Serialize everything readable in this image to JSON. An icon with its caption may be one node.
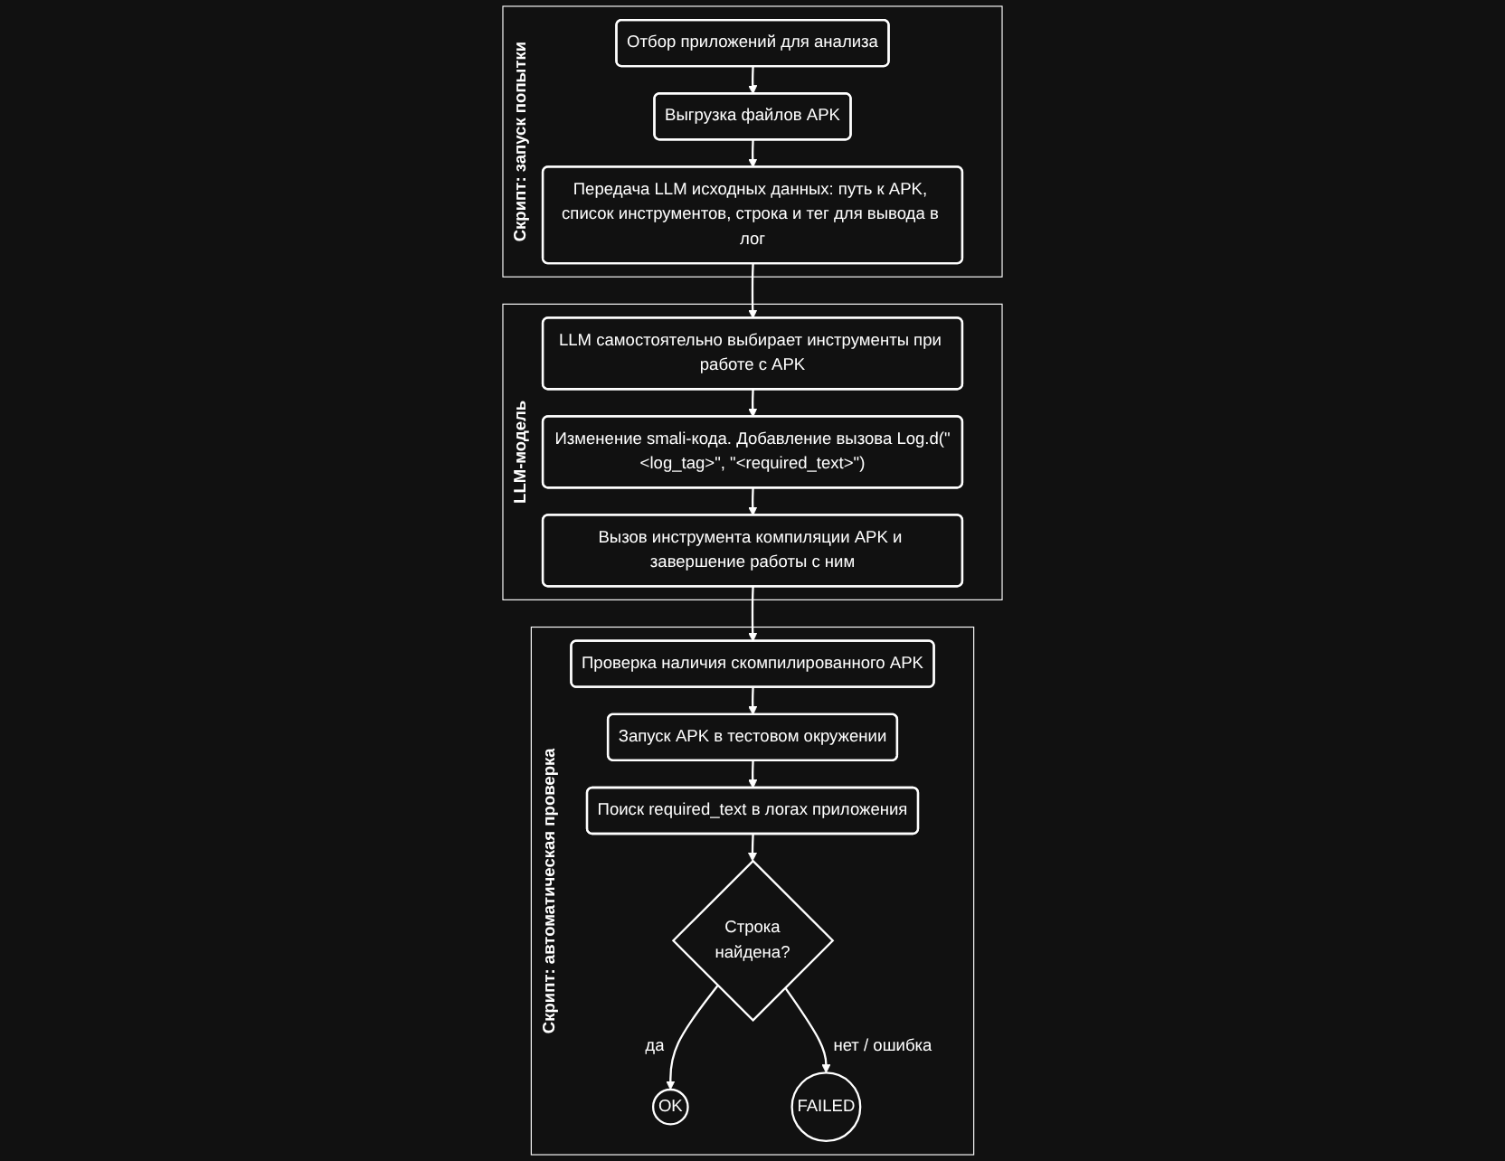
{
  "diagram": {
    "nodes": [
      {
        "text": [
          "Скрипт: запуск попытки"
        ]
      },
      {
        "text": [
          "Отбор приложений для анализа"
        ],
        "in": 0
      },
      {
        "text": [
          "Выгрузка файлов APK"
        ],
        "in": 0
      },
      {
        "text": [
          "Передача LLM исходных данных: путь к APK, список инструментов, строка и тег для вывода в лог"
        ],
        "in": 0
      },
      {
        "text": [
          "LLM-модель"
        ]
      },
      {
        "text": [
          "LLM самостоятельно выбирает инструменты при работе с APK"
        ],
        "in": 4
      },
      {
        "text": [
          "Изменение smali-кода. Добавление вызова Log.d(\"<log_tag>\", \"<required_text>\")"
        ],
        "in": 4
      },
      {
        "text": [
          "Вызов инструмента компиляции APK и завершение работы с ним"
        ],
        "in": 4
      },
      {
        "text": [
          "Скрипт: автоматическая проверка"
        ]
      },
      {
        "text": [
          "Проверка наличия скомпилированного APK"
        ],
        "in": 8
      },
      {
        "text": [
          "Запуск APK в тестовом окружении"
        ],
        "in": 8
      },
      {
        "text": [
          "Поиск required_text в логах приложения"
        ],
        "in": 8
      },
      {
        "text": [
          "OK"
        ],
        "in": 8
      },
      {
        "text": [
          "Строка найдена?"
        ],
        "in": 8
      },
      {
        "text": [
          "FAILED"
        ],
        "in": 8
      }
    ],
    "edges": [
      {
        "from": 1,
        "to": 2,
        "arrow": "to"
      },
      {
        "from": 2,
        "to": 3,
        "arrow": "to"
      },
      {
        "from": 3,
        "to": 5,
        "arrow": "to"
      },
      {
        "from": 5,
        "to": 6,
        "arrow": "to"
      },
      {
        "from": 6,
        "to": 7,
        "arrow": "to"
      },
      {
        "from": 7,
        "to": 9,
        "arrow": "to"
      },
      {
        "from": 9,
        "to": 10,
        "arrow": "to"
      },
      {
        "from": 10,
        "to": 11,
        "arrow": "to"
      },
      {
        "from": 11,
        "to": 13,
        "arrow": "to"
      },
      {
        "from": 13,
        "to": 12,
        "arrow": "to",
        "label": "да"
      },
      {
        "from": 13,
        "to": 14,
        "arrow": "to",
        "label": "нет / ошибка"
      }
    ]
  }
}
